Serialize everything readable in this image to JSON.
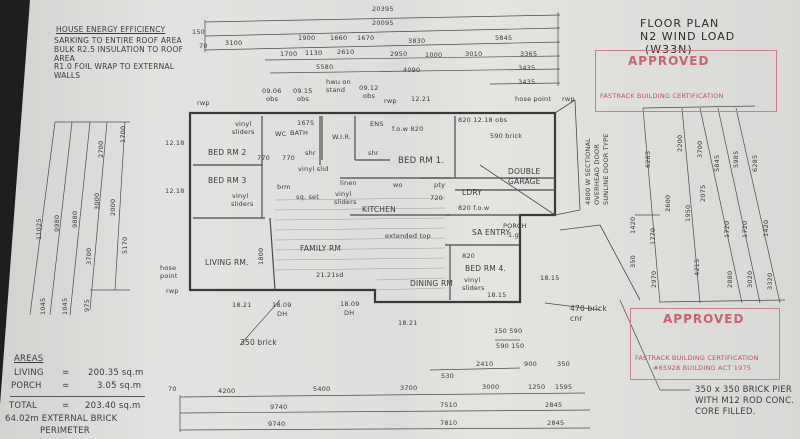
{
  "notes": {
    "heading": "HOUSE ENERGY EFFICIENCY",
    "lines": [
      "SARKING TO ENTIRE ROOF AREA",
      "BULK R2.5 INSULATION TO ROOF",
      "AREA",
      "R1.0 FOIL WRAP TO EXTERNAL",
      "WALLS"
    ]
  },
  "title": {
    "line1": "FLOOR PLAN",
    "line2": "N2 WIND LOAD",
    "line3": "(W33N)"
  },
  "stamps": [
    {
      "label": "APPROVED",
      "company": "FASTRACK BUILDING CERTIFICATION"
    },
    {
      "label": "APPROVED",
      "company": "FASTRACK BUILDING CERTIFICATION",
      "act": "#65928 BUILDING ACT 1975"
    }
  ],
  "pier_note": [
    "350 x 350 BRICK PIER",
    "WITH M12 ROD CONC.",
    "CORE FILLED."
  ],
  "areas": {
    "heading": "AREAS",
    "living_label": "LIVING",
    "living_value": "200.35 sq.m",
    "porch_label": "PORCH",
    "porch_value": "3.05 sq.m",
    "total_label": "TOTAL",
    "total_value": "203.40 sq.m",
    "eq": "=",
    "perimeter1": "64.02m EXTERNAL BRICK",
    "perimeter2": "PERIMETER"
  },
  "rooms": {
    "bed1": "BED RM 1.",
    "bed2": "BED RM 2",
    "bed3": "BED RM 3",
    "bed4": "BED RM 4.",
    "wc": "WC",
    "bath": "BATH",
    "wir": "W.I.R.",
    "ens": "ENS",
    "garage1": "DOUBLE",
    "garage2": "GARAGE",
    "ldry": "LDRY",
    "kitchen": "KITCHEN",
    "family": "FAMILY RM",
    "living": "LIVING RM.",
    "dining": "DINING RM",
    "entry": "SA ENTRY",
    "porch": "PORCH",
    "porch2": "1.g",
    "linen": "linen",
    "pty": "pty",
    "wo": "wo",
    "brm": "brm",
    "shr": "shr",
    "vinyl": "vinyl",
    "sliders": "sliders",
    "vinyl_slid": "vinyl slid",
    "sqset": "sq. set",
    "ext_top": "extended top",
    "fow820": "f.o.w 820",
    "fow": "820 f.o.w"
  },
  "levels": {
    "obs1": "09.06",
    "obs2": "09.15",
    "obs3": "09.12",
    "obs": "obs",
    "hwu1": "hwu on",
    "hwu2": "stand",
    "l1221": "12.21",
    "l1218": "12.18",
    "l1218obs": "820  12.18 obs",
    "brick590": "590 brick",
    "hose1": "hose point",
    "hose2": "hose",
    "hose3": "point",
    "rwp": "rwp",
    "l1815": "18.15",
    "l1821": "18.21",
    "l1809": "18.09",
    "dh": "DH",
    "l2121": "21.21sd",
    "brick350": "350 brick",
    "brick470a": "470 brick",
    "brick470b": "cnr",
    "door1": "4800 W SECTIONAL",
    "door2": "OVERHEAD DOOR",
    "door3": "SUNLINE DOOR TYPE"
  },
  "dims": {
    "top": [
      "20395",
      "20095",
      "3100",
      "1900",
      "1660",
      "1670",
      "3830",
      "5845",
      "1700",
      "1130",
      "2610",
      "2950",
      "1000",
      "3010",
      "3365",
      "5580",
      "4090",
      "3435",
      "3435",
      "70",
      "150",
      "770",
      "820",
      "1675",
      "720",
      "1800"
    ],
    "bottom": [
      "4200",
      "5400",
      "3700",
      "3000",
      "1250",
      "1595",
      "9740",
      "7510",
      "2845",
      "9740",
      "7810",
      "2845",
      "150 590",
      "590 150",
      "2410",
      "900",
      "350",
      "530",
      "70"
    ],
    "left": [
      "11025",
      "9980",
      "9880",
      "2700",
      "3000",
      "3700",
      "1700",
      "2000",
      "5170",
      "1045",
      "1045",
      "975"
    ],
    "right": [
      "6285",
      "2200",
      "3700",
      "5845",
      "5985",
      "6285",
      "2600",
      "1950",
      "2075",
      "1420",
      "1770",
      "350",
      "2970",
      "4215",
      "1720",
      "1720",
      "1420",
      "2880",
      "3020",
      "3320"
    ]
  },
  "colors": {
    "paper": "#e0e1de",
    "ink": "#3a3a3a",
    "stamp": "#c9636e"
  }
}
